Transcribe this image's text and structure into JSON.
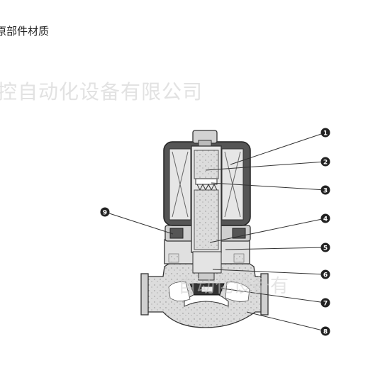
{
  "title": "原部件材质",
  "watermark_top": "控自动化设备有限公司",
  "watermark_overlay": "自动化设备有",
  "callouts": [
    {
      "number": "1"
    },
    {
      "number": "2"
    },
    {
      "number": "3"
    },
    {
      "number": "4"
    },
    {
      "number": "5"
    },
    {
      "number": "6"
    },
    {
      "number": "7"
    },
    {
      "number": "8"
    },
    {
      "number": "9"
    }
  ]
}
